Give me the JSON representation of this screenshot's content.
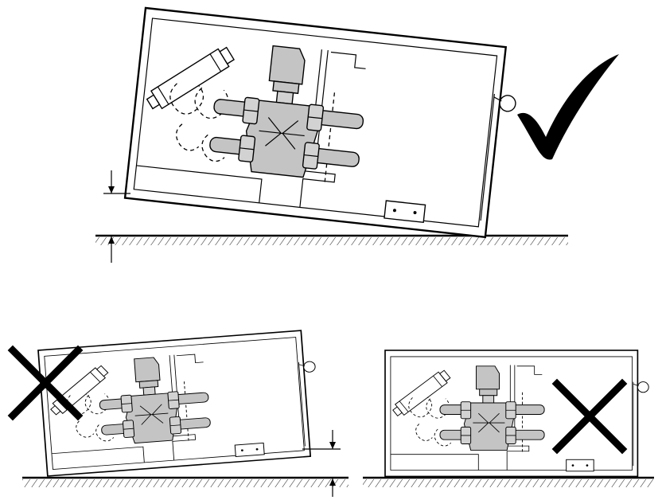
{
  "figure": {
    "panels": [
      {
        "id": "top",
        "verdict": "correct",
        "mark_icon": "check-mark-icon",
        "tilted": true,
        "shows_height_marker": true
      },
      {
        "id": "bottom-left",
        "verdict": "incorrect",
        "mark_icon": "cross-mark-icon",
        "tilted": true,
        "shows_height_marker": true
      },
      {
        "id": "bottom-right",
        "verdict": "incorrect",
        "mark_icon": "cross-mark-icon",
        "tilted": false,
        "shows_height_marker": false
      }
    ],
    "colors": {
      "line": "#000000",
      "valve_fill": "#c4c4c4",
      "background": "#ffffff"
    }
  }
}
